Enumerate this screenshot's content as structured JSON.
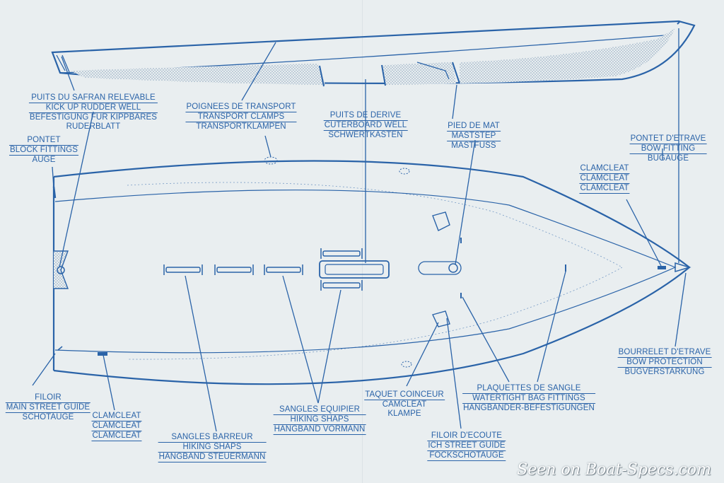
{
  "labels": {
    "rudder_well": [
      "PUITS DU SAFRAN RELEVABLE",
      "KICK UP RUDDER WELL",
      "BEFESTIGUNG FUR KIPPBARES",
      "RUDERBLATT"
    ],
    "transport_clamps": [
      "POIGNEES DE TRANSPORT",
      "TRANSPORT CLAMPS",
      "TRANSPORTKLAMPEN"
    ],
    "centerboard_well": [
      "PUITS DE DERIVE",
      "CUTERBOARD WELL",
      "SCHWERTKASTEN"
    ],
    "mast_step": [
      "PIED DE MAT",
      "MASTSTEP",
      "MASTFUSS"
    ],
    "bow_fitting": [
      "PONTET D'ETRAVE",
      "BOW FITTING",
      "BUGAUGE"
    ],
    "block_fittings": [
      "PONTET",
      "BLOCK FITTINGS",
      "AUGE"
    ],
    "clamcleat_bow": [
      "CLAMCLEAT",
      "CLAMCLEAT",
      "CLAMCLEAT"
    ],
    "bow_protection": [
      "BOURRELET D'ETRAVE",
      "BOW PROTECTION",
      "BUGVERSTARKUNG"
    ],
    "main_sheet_guide": [
      "FILOIR",
      "MAIN STREET GUIDE",
      "SCHOTAUGE"
    ],
    "clamcleat_stern": [
      "CLAMCLEAT",
      "CLAMCLEAT",
      "CLAMCLEAT"
    ],
    "hiking_straps_helm": [
      "SANGLES BARREUR",
      "HIKING SHAPS",
      "HANGBAND STEUERMANN"
    ],
    "hiking_straps_crew": [
      "SANGLES EQUIPIER",
      "HIKING SHAPS",
      "HANGBAND VORMANN"
    ],
    "camcleat": [
      "TAQUET COINCEUR",
      "CAMCLEAT",
      "KLAMPE"
    ],
    "jib_sheet_guide": [
      "FILOIR D'ECOUTE",
      "ICH STREET GUIDE",
      "FOCKSCHOTAUGE"
    ],
    "strap_fittings": [
      "PLAQUETTES DE SANGLE",
      "WATERTIGHT BAG FITTINGS",
      "HANGBANDER-BEFESTIGUNGEN"
    ]
  },
  "watermark": "Seen on Boat-Specs.com",
  "colors": {
    "ink": "#2a63a8",
    "paper": "#e9eef0",
    "hatch": "#9fb3c8"
  }
}
